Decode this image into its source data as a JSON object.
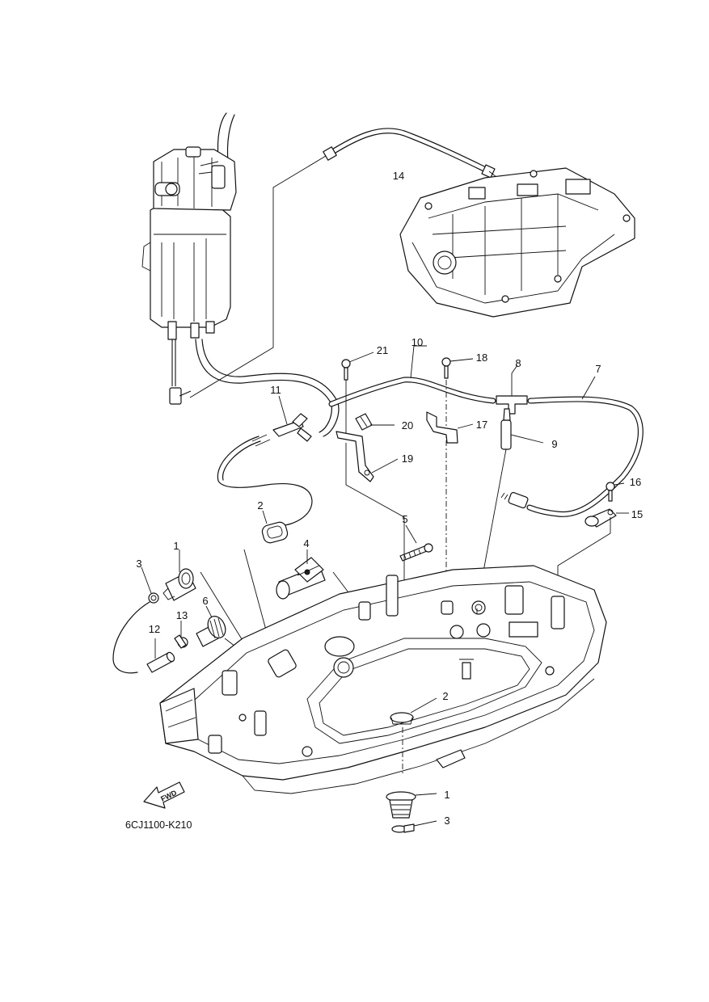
{
  "diagram": {
    "drawing_code": "6CJ1100-K210",
    "direction_label": "FWD",
    "callouts": [
      {
        "id": "c1a",
        "label": "1"
      },
      {
        "id": "c1b",
        "label": "1"
      },
      {
        "id": "c2a",
        "label": "2"
      },
      {
        "id": "c2b",
        "label": "2"
      },
      {
        "id": "c3a",
        "label": "3"
      },
      {
        "id": "c3b",
        "label": "3"
      },
      {
        "id": "c4",
        "label": "4"
      },
      {
        "id": "c5",
        "label": "5"
      },
      {
        "id": "c6",
        "label": "6"
      },
      {
        "id": "c7",
        "label": "7"
      },
      {
        "id": "c8",
        "label": "8"
      },
      {
        "id": "c9",
        "label": "9"
      },
      {
        "id": "c10",
        "label": "10"
      },
      {
        "id": "c11",
        "label": "11"
      },
      {
        "id": "c12",
        "label": "12"
      },
      {
        "id": "c13",
        "label": "13"
      },
      {
        "id": "c14",
        "label": "14"
      },
      {
        "id": "c15",
        "label": "15"
      },
      {
        "id": "c16",
        "label": "16"
      },
      {
        "id": "c17",
        "label": "17"
      },
      {
        "id": "c18",
        "label": "18"
      },
      {
        "id": "c19",
        "label": "19"
      },
      {
        "id": "c20",
        "label": "20"
      },
      {
        "id": "c21",
        "label": "21"
      }
    ]
  }
}
